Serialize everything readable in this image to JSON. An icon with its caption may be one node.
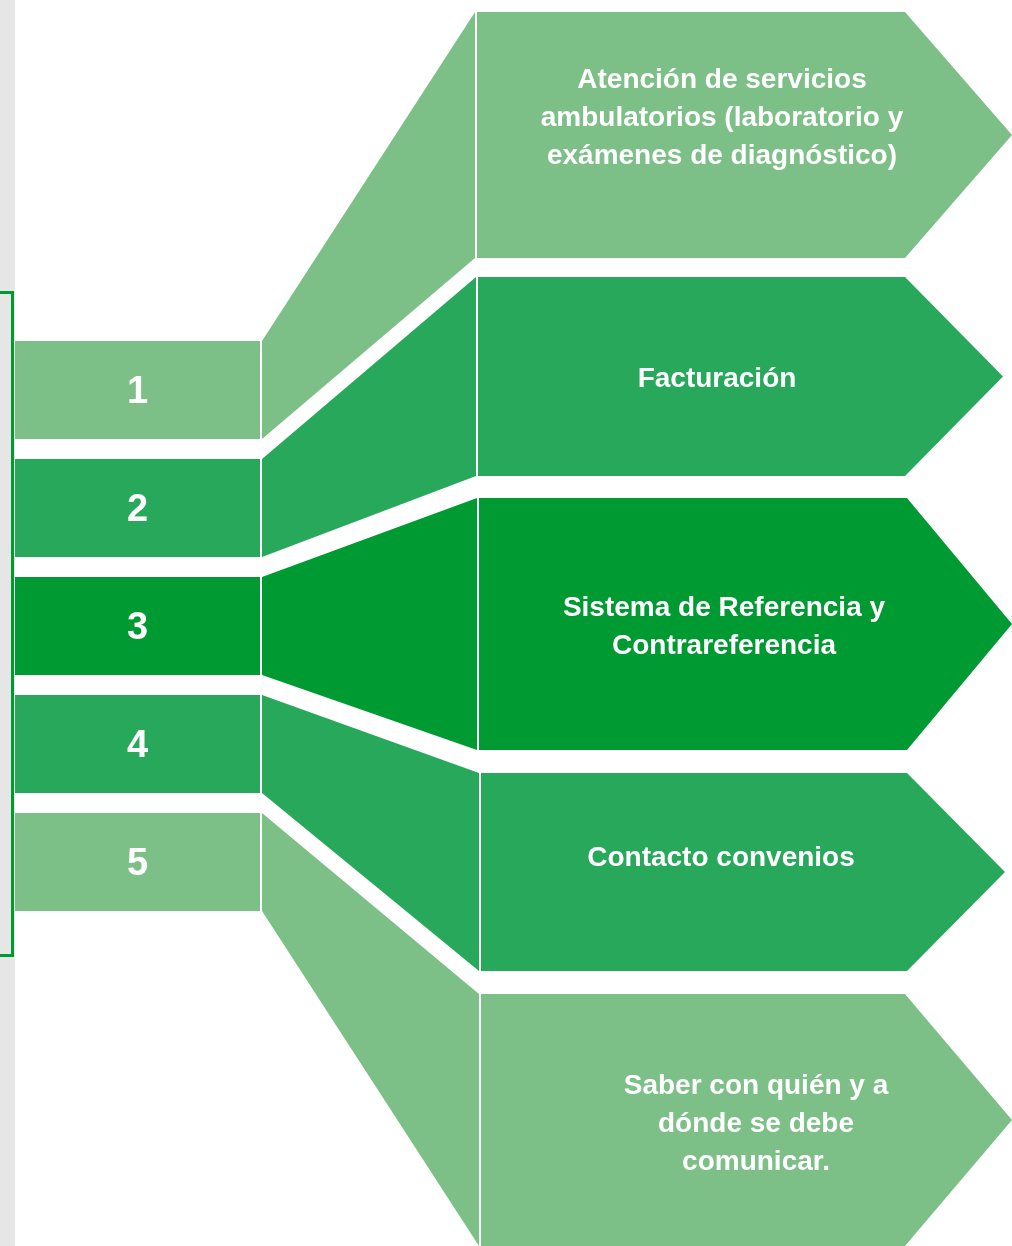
{
  "diagram": {
    "nodes": [
      {
        "text": [
          "1"
        ]
      },
      {
        "text": [
          "2"
        ]
      },
      {
        "text": [
          "3"
        ]
      },
      {
        "text": [
          "4"
        ]
      },
      {
        "text": [
          "5"
        ]
      },
      {
        "text": [
          "Atención de servicios ambulatorios (laboratorio y exámenes de diagnóstico)"
        ]
      },
      {
        "text": [
          "Facturación"
        ]
      },
      {
        "text": [
          "Sistema de Referencia y Contrareferencia"
        ]
      },
      {
        "text": [
          "Contacto convenios"
        ]
      },
      {
        "text": [
          "Saber con quién y a dónde se debe comunicar."
        ]
      }
    ],
    "edges": [
      {
        "from": 0,
        "to": 5,
        "arrow": "none",
        "color": "#7dc087"
      },
      {
        "from": 1,
        "to": 6,
        "arrow": "none",
        "color": "#27a85b"
      },
      {
        "from": 2,
        "to": 7,
        "arrow": "none",
        "color": "#009a33"
      },
      {
        "from": 3,
        "to": 8,
        "arrow": "none",
        "color": "#27a85b"
      },
      {
        "from": 4,
        "to": 9,
        "arrow": "none",
        "color": "#7dc087"
      }
    ]
  }
}
